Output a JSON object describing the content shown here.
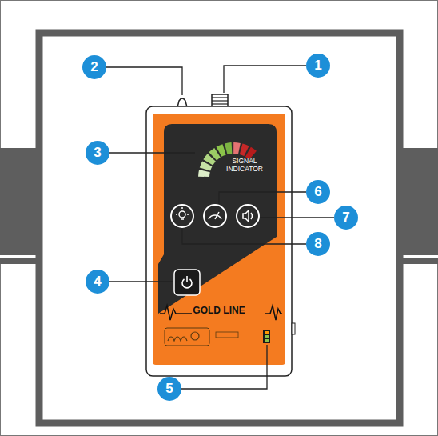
{
  "diagram": {
    "nodes": [
      {
        "text": [
          "GOLD LINE"
        ]
      },
      {
        "text": [
          "SIGNAL INDICATOR"
        ],
        "in": 0
      }
    ],
    "labels": [
      "1",
      "2",
      "3",
      "4",
      "5",
      "6",
      "7",
      "8"
    ]
  }
}
